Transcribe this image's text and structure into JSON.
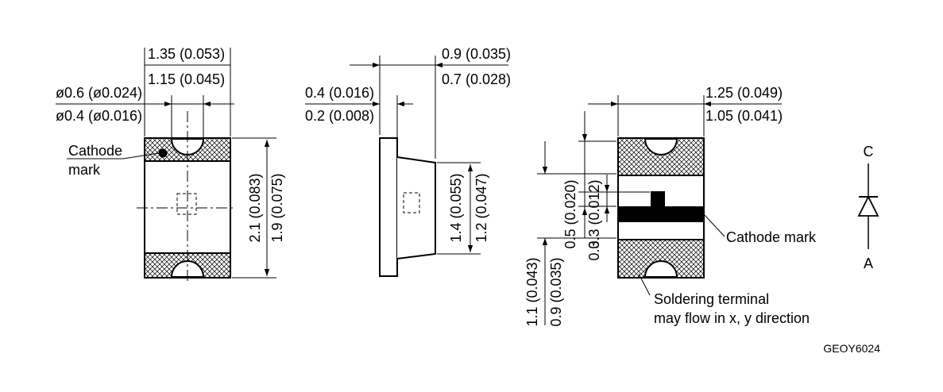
{
  "front": {
    "dim_width_max": "1.35 (0.053)",
    "dim_width_min": "1.15 (0.045)",
    "dim_hole_max": "ø0.6 (ø0.024)",
    "dim_hole_min": "ø0.4 (ø0.016)",
    "cathode_line1": "Cathode",
    "cathode_line2": "mark",
    "dim_height_max": "2.1 (0.083)",
    "dim_height_min": "1.9 (0.075)"
  },
  "side": {
    "dim_depth_max": "0.9 (0.035)",
    "dim_depth_min": "0.7 (0.028)",
    "dim_lead_max": "0.4 (0.016)",
    "dim_lead_min": "0.2 (0.008)",
    "dim_lens_max": "1.4 (0.055)",
    "dim_lens_min": "1.2 (0.047)"
  },
  "bottom": {
    "dim_width_max": "1.25 (0.049)",
    "dim_width_min": "1.05 (0.041)",
    "dim_a": "0.5 (0.020)",
    "dim_b": "0.3 (0.012)",
    "dim_c": "0.3",
    "dim_pad_max": "1.1 (0.043)",
    "dim_pad_min": "0.9 (0.035)",
    "cathode_mark": "Cathode mark",
    "solder_line1": "Soldering terminal",
    "solder_line2": "may flow in x, y direction"
  },
  "symbol": {
    "cathode": "C",
    "anode": "A"
  },
  "drawing_id": "GEOY6024"
}
